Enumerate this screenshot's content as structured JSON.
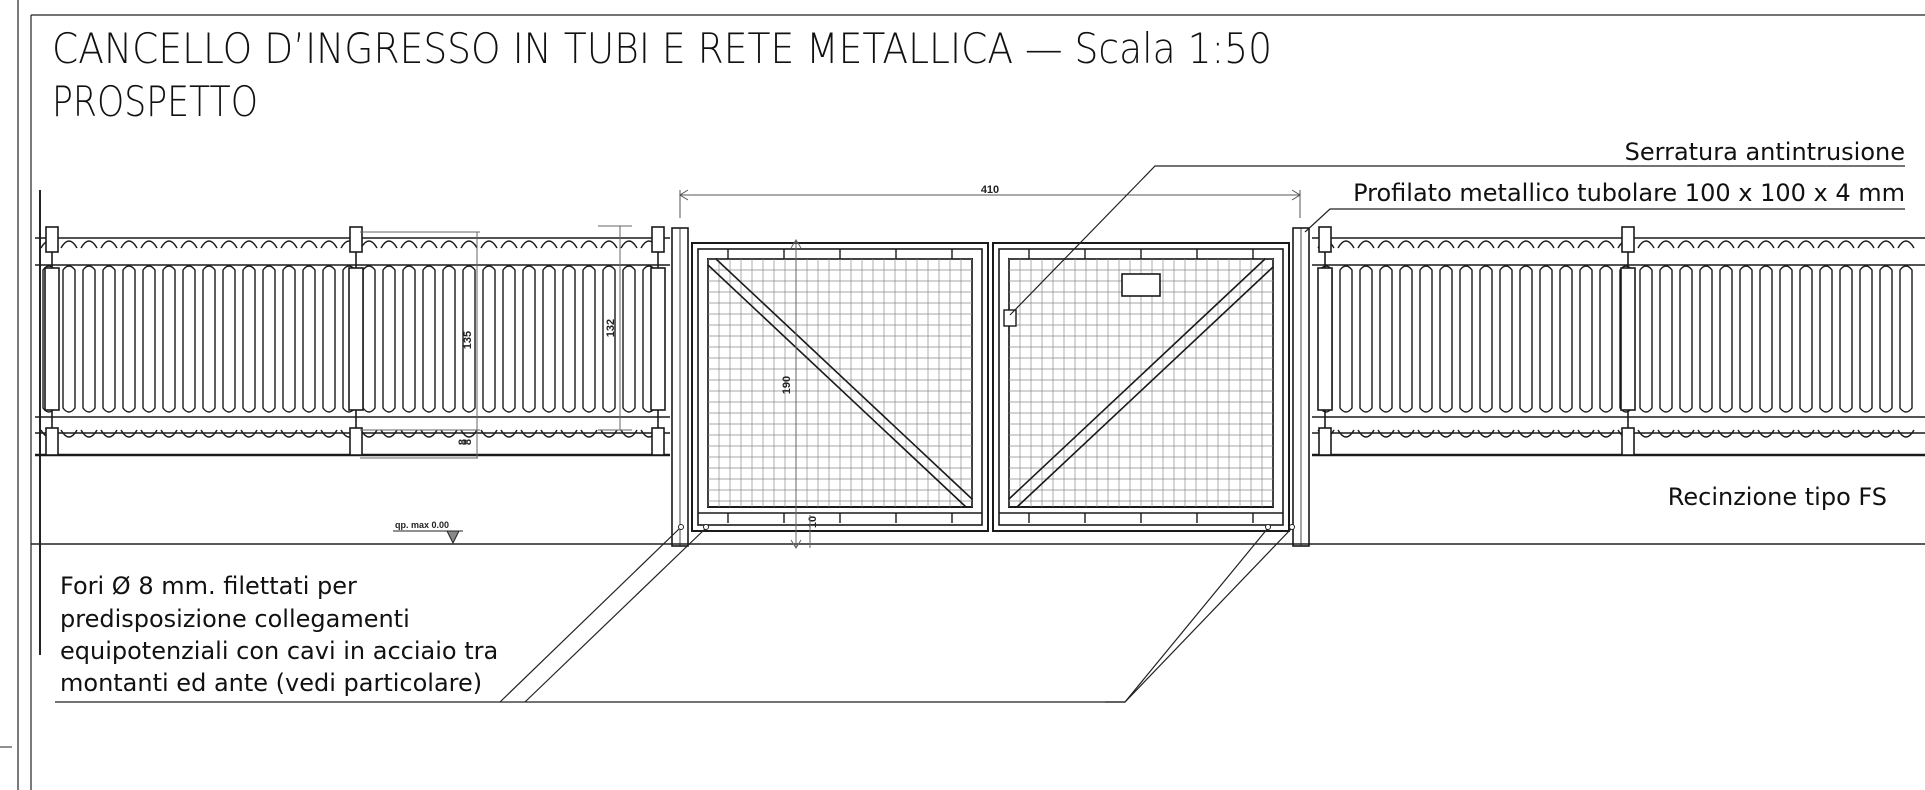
{
  "title": {
    "line1": "CANCELLO D’INGRESSO IN TUBI E RETE METALLICA — Scala 1:50",
    "line2": "PROSPETTO"
  },
  "labels": {
    "serratura": "Serratura antintrusione",
    "profilato": "Profilato metallico tubolare 100 x 100 x 4 mm",
    "recinzione": "Recinzione tipo FS",
    "fori": [
      "Fori Ø 8 mm. filettati per",
      "predisposizione collegamenti",
      "equipotenziali con cavi in acciaio tra",
      "montanti ed ante (vedi particolare)"
    ],
    "quota": "qp. max 0.00"
  },
  "dimensions": {
    "width": "410",
    "gate_height": "190",
    "fence_height_a": "135",
    "fence_height_b": "132",
    "bottom_gap_a": "8",
    "bottom_gap_b": "8",
    "gate_base": "10"
  },
  "colors": {
    "line": "#1a1a1a",
    "dim": "#555555",
    "mesh": "#8a8a8a"
  }
}
